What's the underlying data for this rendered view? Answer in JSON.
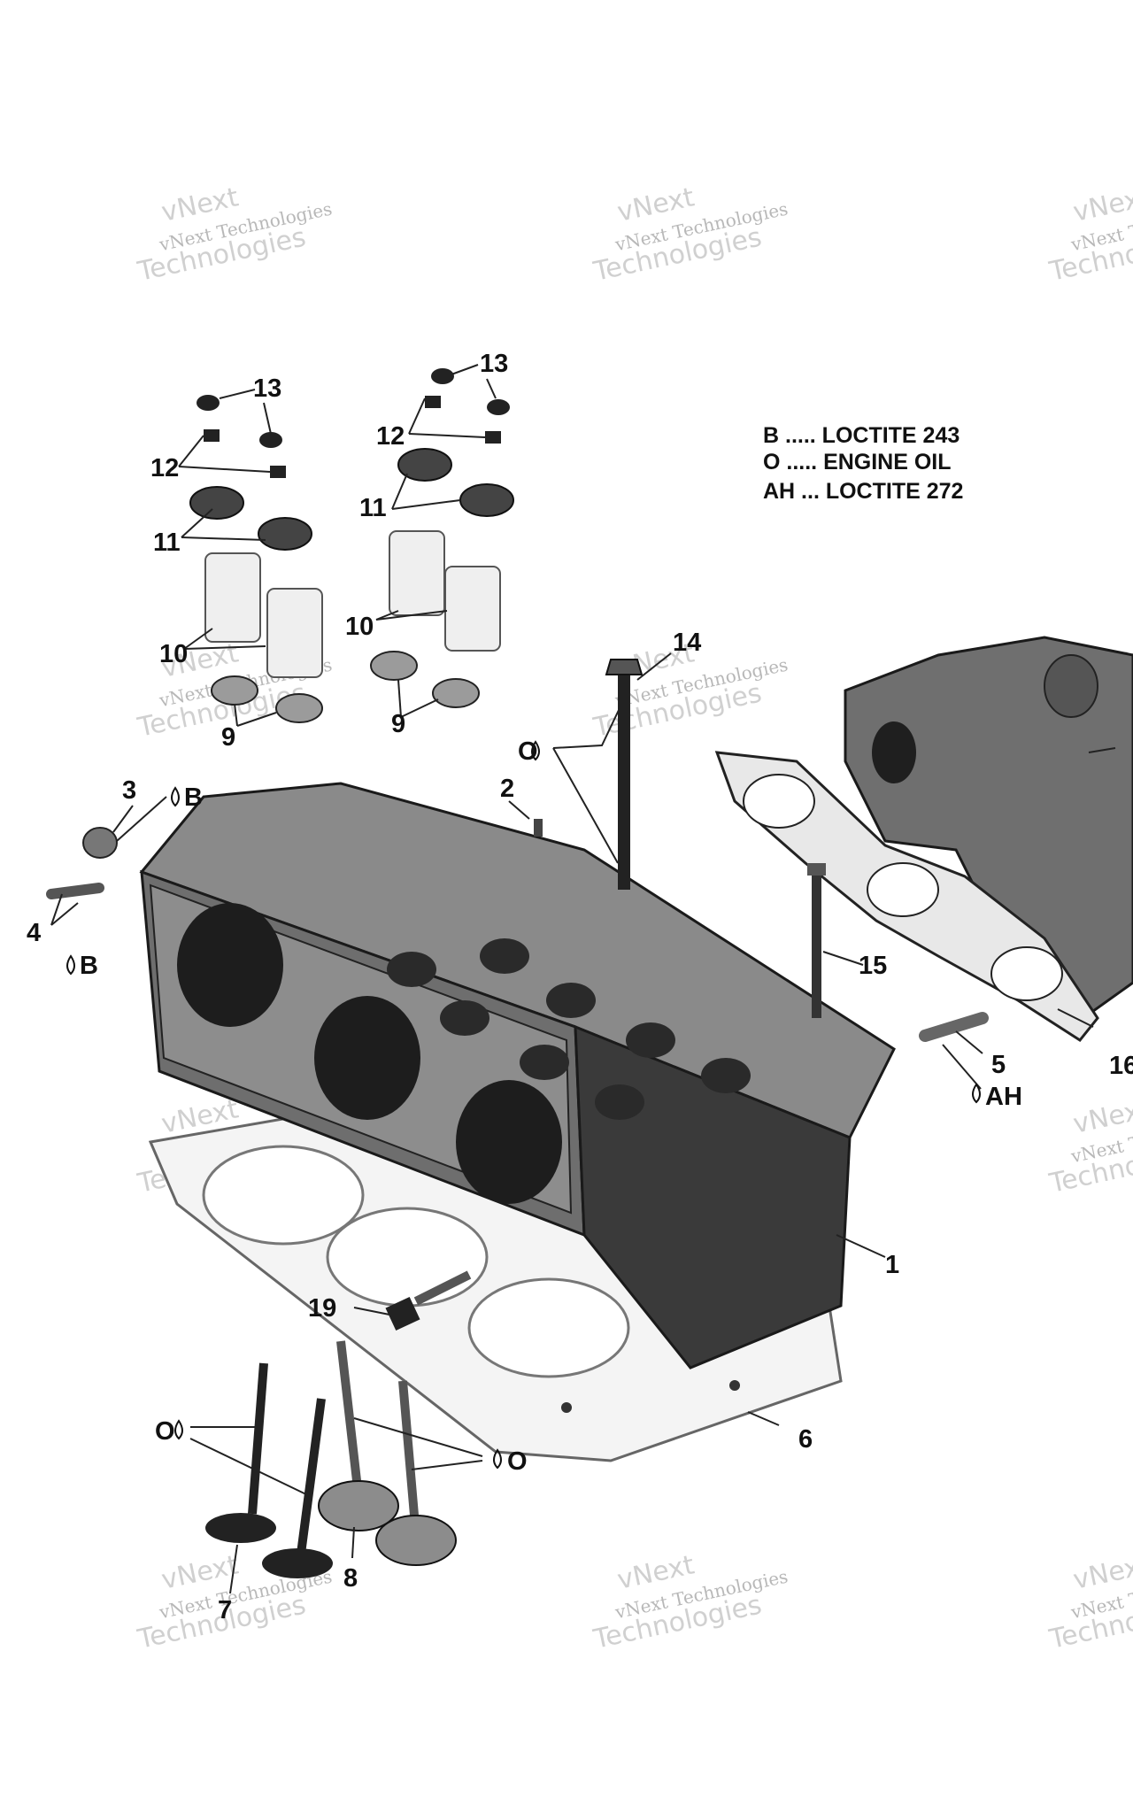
{
  "legend": [
    {
      "code": "B",
      "text": "B ..... LOCTITE 243"
    },
    {
      "code": "O",
      "text": "O ..... ENGINE OIL"
    },
    {
      "code": "AH",
      "text": "AH ... LOCTITE 272"
    }
  ],
  "callouts": {
    "c13a": "13",
    "c12a": "12",
    "c11a": "11",
    "c10a": "10",
    "c9a": "9",
    "c13b": "13",
    "c12b": "12",
    "c11b": "11",
    "c10b": "10",
    "c9b": "9",
    "c14": "14",
    "c3": "3",
    "c2": "2",
    "c4": "4",
    "c15": "15",
    "c5": "5",
    "c16": "16",
    "c1": "1",
    "c19": "19",
    "c6": "6",
    "c7": "7",
    "c8": "8"
  },
  "symbols": {
    "s_o14": "O",
    "s_b3": "B",
    "s_b4": "B",
    "s_ah5": "AH",
    "s_o7": "O",
    "s_o8": "O"
  },
  "watermark": {
    "line1": "vNext Technologies",
    "line2": "Technologies",
    "line3": "vNext"
  }
}
